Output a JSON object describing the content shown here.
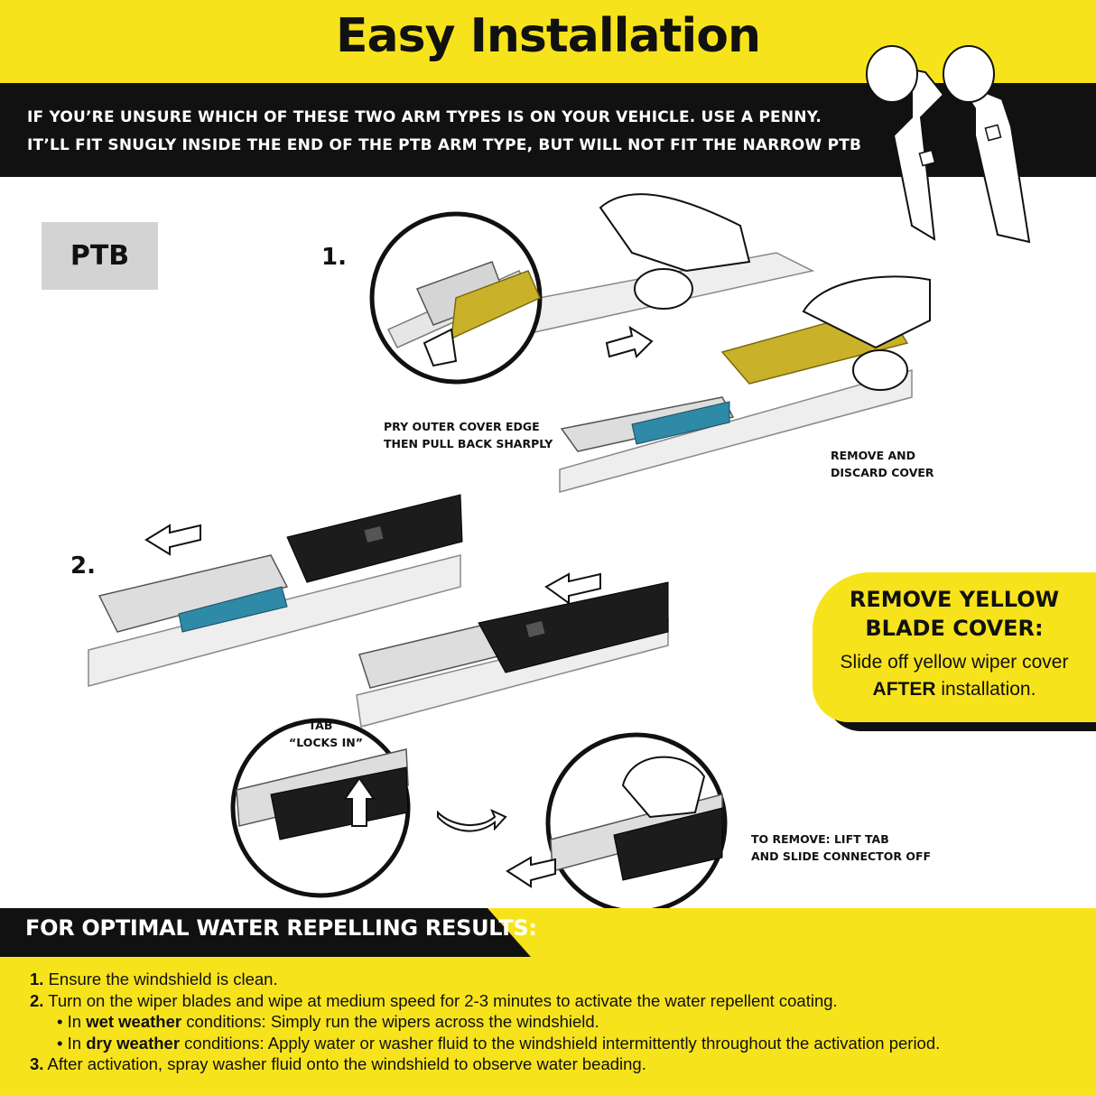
{
  "header": {
    "title": "Easy Installation"
  },
  "notice": {
    "line1": "IF YOU’RE UNSURE WHICH OF THESE TWO ARM TYPES IS ON YOUR VEHICLE. USE A PENNY.",
    "line2": "IT’LL FIT SNUGLY INSIDE THE END OF THE PTB ARM TYPE, BUT WILL NOT FIT THE NARROW PTB"
  },
  "arm_type_label": "PTB",
  "steps": {
    "step1": {
      "number": "1.",
      "caption_a_line1": "PRY OUTER COVER EDGE",
      "caption_a_line2": "THEN PULL BACK SHARPLY",
      "caption_b_line1": "REMOVE AND",
      "caption_b_line2": "DISCARD COVER"
    },
    "step2": {
      "number": "2.",
      "tab_line1": "TAB",
      "tab_line2": "“LOCKS IN”",
      "remove_line1": "TO REMOVE: LIFT TAB",
      "remove_line2": "AND SLIDE CONNECTOR OFF"
    }
  },
  "callout": {
    "title_line1": "REMOVE YELLOW",
    "title_line2": "BLADE COVER:",
    "text_line1": "Slide off yellow wiper cover",
    "text_line2_bold": "AFTER",
    "text_line2_rest": " installation."
  },
  "results": {
    "heading": "FOR OPTIMAL WATER REPELLING RESULTS:",
    "item1_num": "1.",
    "item1_text": " Ensure the windshield is clean.",
    "item2_num": "2.",
    "item2_text": " Turn on the wiper blades and wipe at medium speed for 2-3 minutes to activate the water repellent coating.",
    "bullet_a_pre": "•  In ",
    "bullet_a_bold": "wet weather",
    "bullet_a_post": " conditions: Simply run the wipers across the windshield.",
    "bullet_b_pre": "•  In ",
    "bullet_b_bold": "dry weather",
    "bullet_b_post": " conditions: Apply water or washer fluid to the windshield intermittently throughout the activation period.",
    "item3_num": "3.",
    "item3_text": " After activation, spray washer fluid onto the windshield to observe water beading."
  },
  "colors": {
    "brand_yellow": "#f7e31c",
    "band_black": "#111111",
    "cover_gold": "#c9b22a",
    "clip_blue": "#2e8aa6",
    "label_gray": "#d3d3d3"
  }
}
